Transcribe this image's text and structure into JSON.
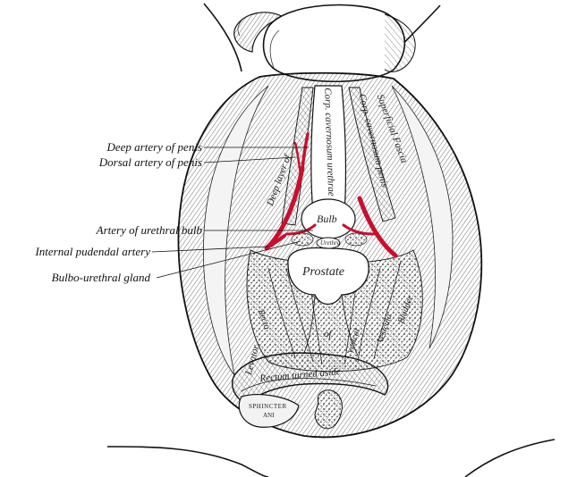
{
  "callouts": {
    "deep_artery": "Deep artery of penis",
    "dorsal_artery": "Dorsal artery of penis",
    "artery_bulb": "Artery of urethral bulb",
    "internal_pudendal": "Internal pudendal artery",
    "bulbo_urethral": "Bulbo-urethral gland"
  },
  "figure_labels": {
    "corp_urethrae": "Corp. cavernosum urethrae",
    "corp_penis": "Corp. cavernosum penis",
    "superficial_fascia": "Superficial Fascia",
    "deep_layer": "Deep layer of",
    "bulb": "Bulb",
    "urethra": "Urethra",
    "prostate": "Prostate",
    "rectum": "Rectum turned aside",
    "sphincter": "SPHINCTER",
    "ani": "ANI",
    "levator": "Levator",
    "recto": "Recto",
    "of": "of",
    "vesical": "vesical",
    "bladder": "Bladder",
    "vesicula": "Vesicula"
  },
  "colors": {
    "artery": "#c8102e",
    "ink": "#1a1a1a"
  }
}
